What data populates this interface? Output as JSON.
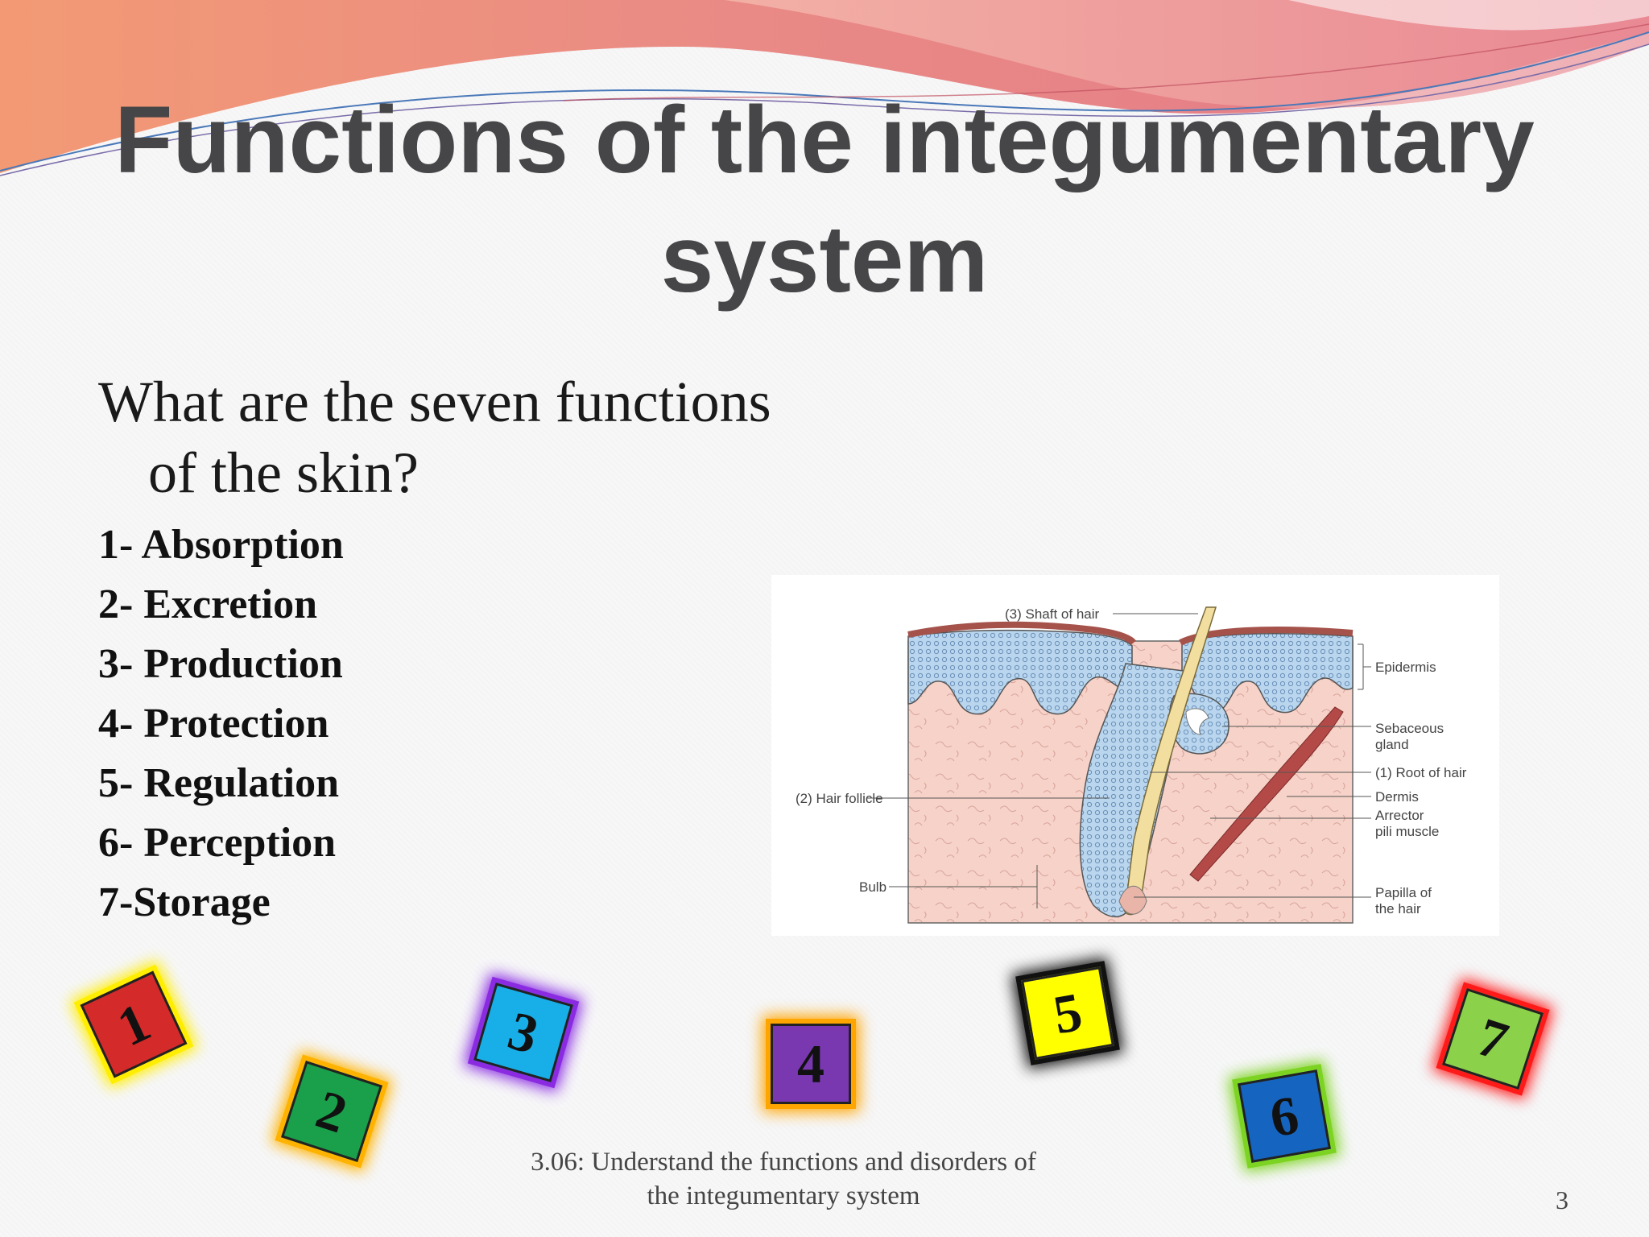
{
  "slide": {
    "title": "Functions of the integumentary system",
    "question_line1": "What are the seven  functions",
    "question_line2": "of the skin?",
    "functions": [
      "1- Absorption",
      "2- Excretion",
      "3- Production",
      "4- Protection",
      "5- Regulation",
      "6- Perception",
      "7-Storage"
    ],
    "footer_line1": "3.06: Understand the functions and disorders of",
    "footer_line2": "the integumentary system",
    "page_number": "3"
  },
  "diagram": {
    "labels": {
      "shaft": "(3) Shaft of hair",
      "epidermis": "Epidermis",
      "sebaceous_1": "Sebaceous",
      "sebaceous_2": "gland",
      "root": "(1) Root of hair",
      "dermis": "Dermis",
      "arrector_1": "Arrector",
      "arrector_2": "pili muscle",
      "follicle": "(2) Hair follicle",
      "bulb": "Bulb",
      "papilla_1": "Papilla of",
      "papilla_2": "the hair"
    }
  },
  "tiles": [
    {
      "label": "1",
      "fill": "#d42a2a",
      "glow": "#ffee00"
    },
    {
      "label": "2",
      "fill": "#1aa04a",
      "glow": "#ffb300"
    },
    {
      "label": "3",
      "fill": "#18aee8",
      "glow": "#8a2be2"
    },
    {
      "label": "4",
      "fill": "#7a38b0",
      "glow": "#ffa500"
    },
    {
      "label": "5",
      "fill": "#ffff00",
      "glow": "#111111"
    },
    {
      "label": "6",
      "fill": "#1565c0",
      "glow": "#7dd321"
    },
    {
      "label": "7",
      "fill": "#8bd14a",
      "glow": "#ff1a1a"
    }
  ]
}
